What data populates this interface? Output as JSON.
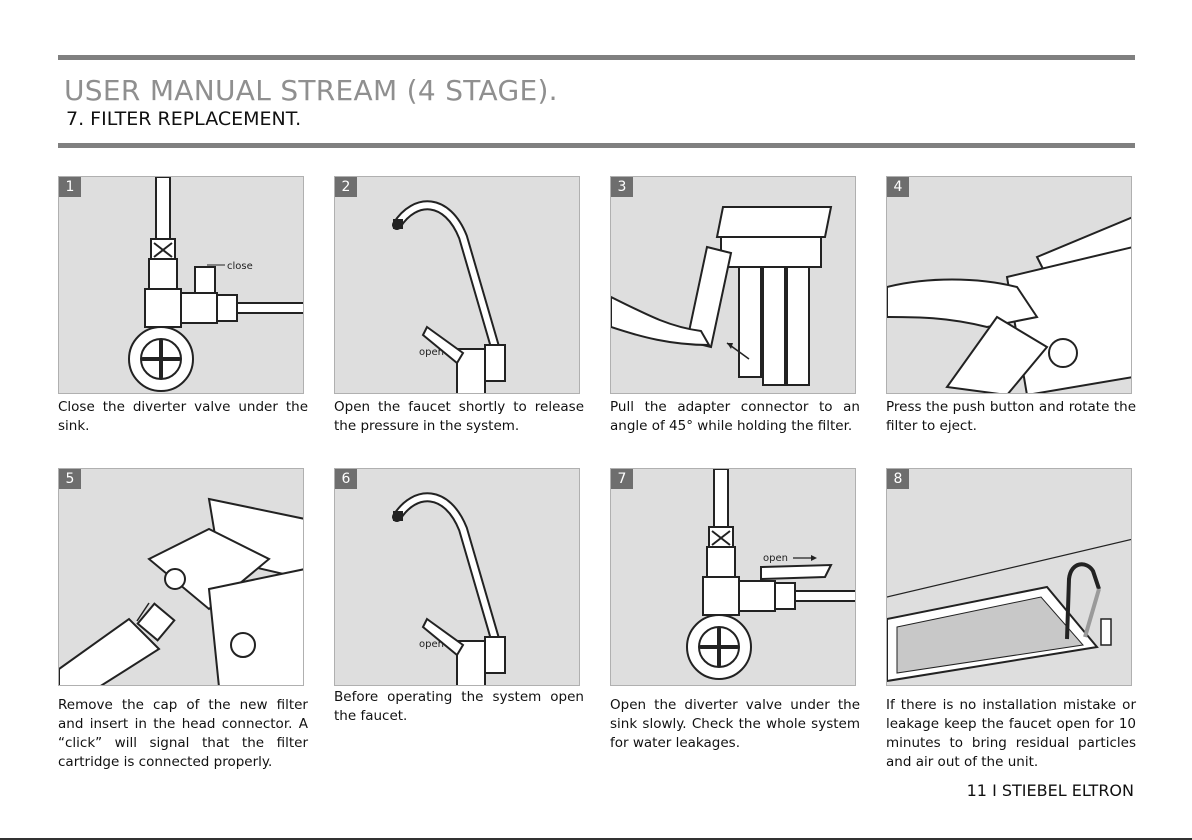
{
  "header": {
    "title": "USER MANUAL STREAM (4 STAGE).",
    "subtitle": "7. FILTER REPLACEMENT."
  },
  "steps": [
    {
      "number": "1",
      "caption": "Close the diverter valve under the sink.",
      "label": "close"
    },
    {
      "number": "2",
      "caption": "Open the faucet shortly to release the pressure in the system.",
      "label": "open"
    },
    {
      "number": "3",
      "caption": "Pull the adapter connector to an angle of 45° while holding the filter."
    },
    {
      "number": "4",
      "caption": "Press the push button and rotate the filter to eject."
    },
    {
      "number": "5",
      "caption": "Remove the cap of the new filter and insert in the head connector. A “click” will signal that the filter cartridge is connected properly."
    },
    {
      "number": "6",
      "caption": "Before operating the system open the faucet.",
      "label": "open"
    },
    {
      "number": "7",
      "caption": "Open the diverter valve under the sink slowly. Check the whole system for water leakages.",
      "label": "open"
    },
    {
      "number": "8",
      "caption": "If there is no installation mistake or leakage keep the faucet open for 10 minutes to bring residual particles and air out of the unit."
    }
  ],
  "footer": {
    "text": "11 I STIEBEL ELTRON"
  }
}
